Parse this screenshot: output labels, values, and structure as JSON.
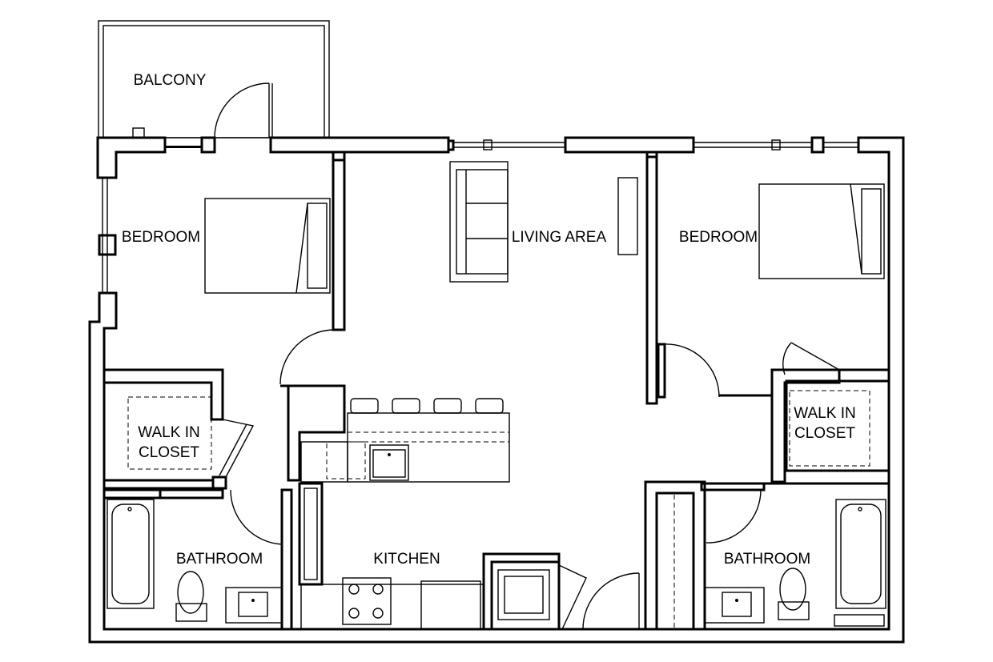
{
  "rooms": {
    "balcony": "BALCONY",
    "bedroom_left": "BEDROOM",
    "living_area": "LIVING AREA",
    "bedroom_right": "BEDROOM",
    "closet_left_line1": "WALK IN",
    "closet_left_line2": "CLOSET",
    "closet_right_line1": "WALK IN",
    "closet_right_line2": "CLOSET",
    "bathroom_left": "BATHROOM",
    "kitchen": "KITCHEN",
    "bathroom_right": "BATHROOM"
  }
}
